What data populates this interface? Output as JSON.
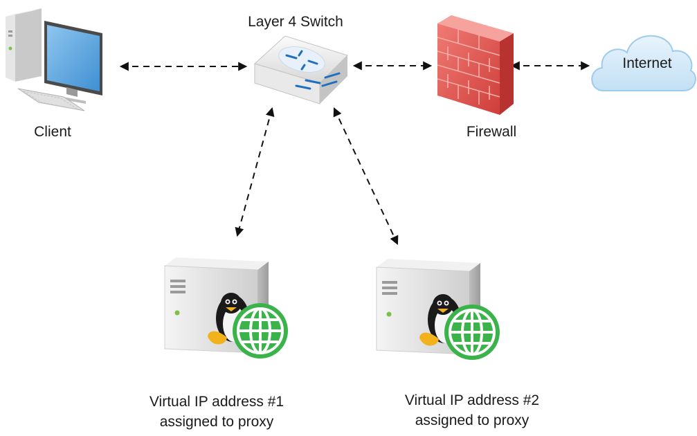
{
  "nodes": {
    "client": {
      "label": "Client"
    },
    "switch": {
      "label": "Layer 4 Switch"
    },
    "firewall": {
      "label": "Firewall"
    },
    "internet": {
      "label": "Internet"
    },
    "proxy1": {
      "label_line1": "Virtual IP address #1",
      "label_line2": "assigned to proxy"
    },
    "proxy2": {
      "label_line1": "Virtual IP address #2",
      "label_line2": "assigned to proxy"
    }
  },
  "edges": [
    {
      "from": "client",
      "to": "switch",
      "style": "dashed",
      "arrows": "both"
    },
    {
      "from": "switch",
      "to": "firewall",
      "style": "dashed",
      "arrows": "both"
    },
    {
      "from": "firewall",
      "to": "internet",
      "style": "dashed",
      "arrows": "both"
    },
    {
      "from": "switch",
      "to": "proxy1",
      "style": "dashed",
      "arrows": "both"
    },
    {
      "from": "switch",
      "to": "proxy2",
      "style": "dashed",
      "arrows": "both"
    }
  ],
  "icons": {
    "client": "desktop-computer-icon",
    "switch": "network-switch-icon",
    "firewall": "firewall-icon",
    "internet": "cloud-icon",
    "proxy1": "linux-server-icon",
    "proxy2": "linux-server-icon"
  },
  "colors": {
    "firewall_brick": "#e25a55",
    "cloud": "#cfe6f7",
    "globe": "#3cb34a",
    "switch_arrows": "#1f6fc0",
    "server_body": "#d9d9d9"
  }
}
